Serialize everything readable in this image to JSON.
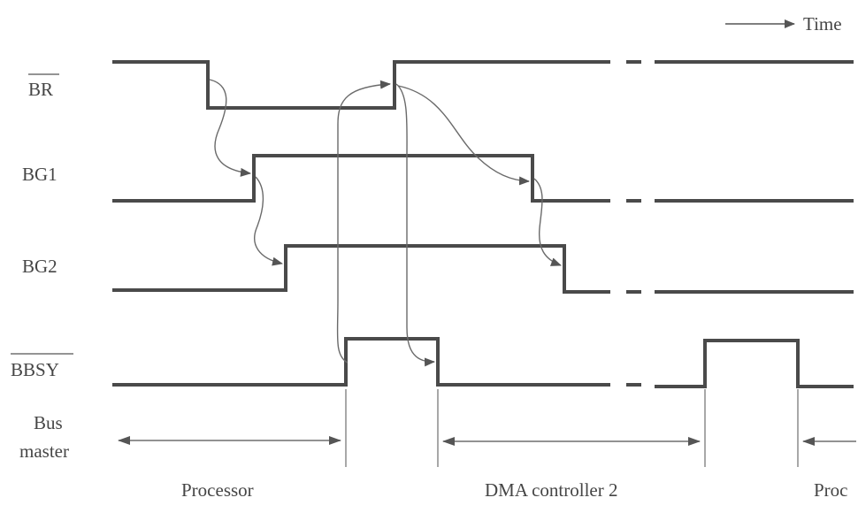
{
  "time_label": "Time",
  "signals": [
    {
      "key": "br",
      "label": "BR",
      "overbar": true
    },
    {
      "key": "bg1",
      "label": "BG1",
      "overbar": false
    },
    {
      "key": "bg2",
      "label": "BG2",
      "overbar": false
    },
    {
      "key": "bbsy",
      "label": "BBSY",
      "overbar": true
    }
  ],
  "bus_master": {
    "label_line1": "Bus",
    "label_line2": "master",
    "segments": [
      "Processor",
      "DMA controller 2",
      "Proc"
    ]
  }
}
